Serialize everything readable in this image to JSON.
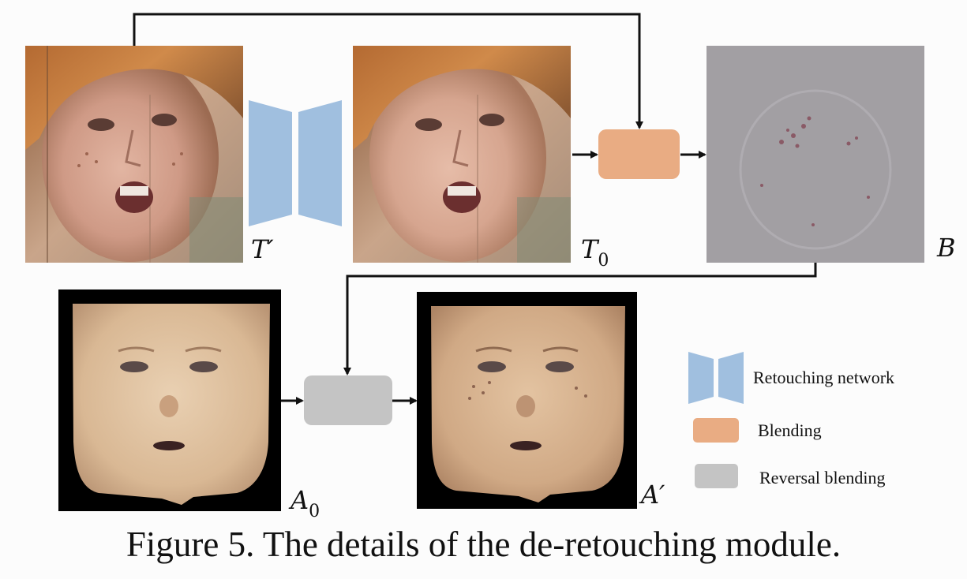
{
  "figure": {
    "caption": "Figure 5. The details of the de-retouching module.",
    "labels": {
      "t_prime": "T′",
      "t0_main": "T",
      "t0_sub": "0",
      "b": "B",
      "a0_main": "A",
      "a0_sub": "0",
      "a_prime": "A′"
    }
  },
  "legend": {
    "items": [
      {
        "label": "Retouching network",
        "icon": "retouching-network-icon",
        "color": "#a0bfdf"
      },
      {
        "label": "Blending",
        "icon": "blending-icon",
        "color": "#e9ac83"
      },
      {
        "label": "Reversal blending",
        "icon": "reversal-blending-icon",
        "color": "#c4c4c4"
      }
    ]
  },
  "colors": {
    "network": "#a0bfdf",
    "blending": "#e9ac83",
    "reversal": "#c4c4c4",
    "arrow": "#111111"
  }
}
